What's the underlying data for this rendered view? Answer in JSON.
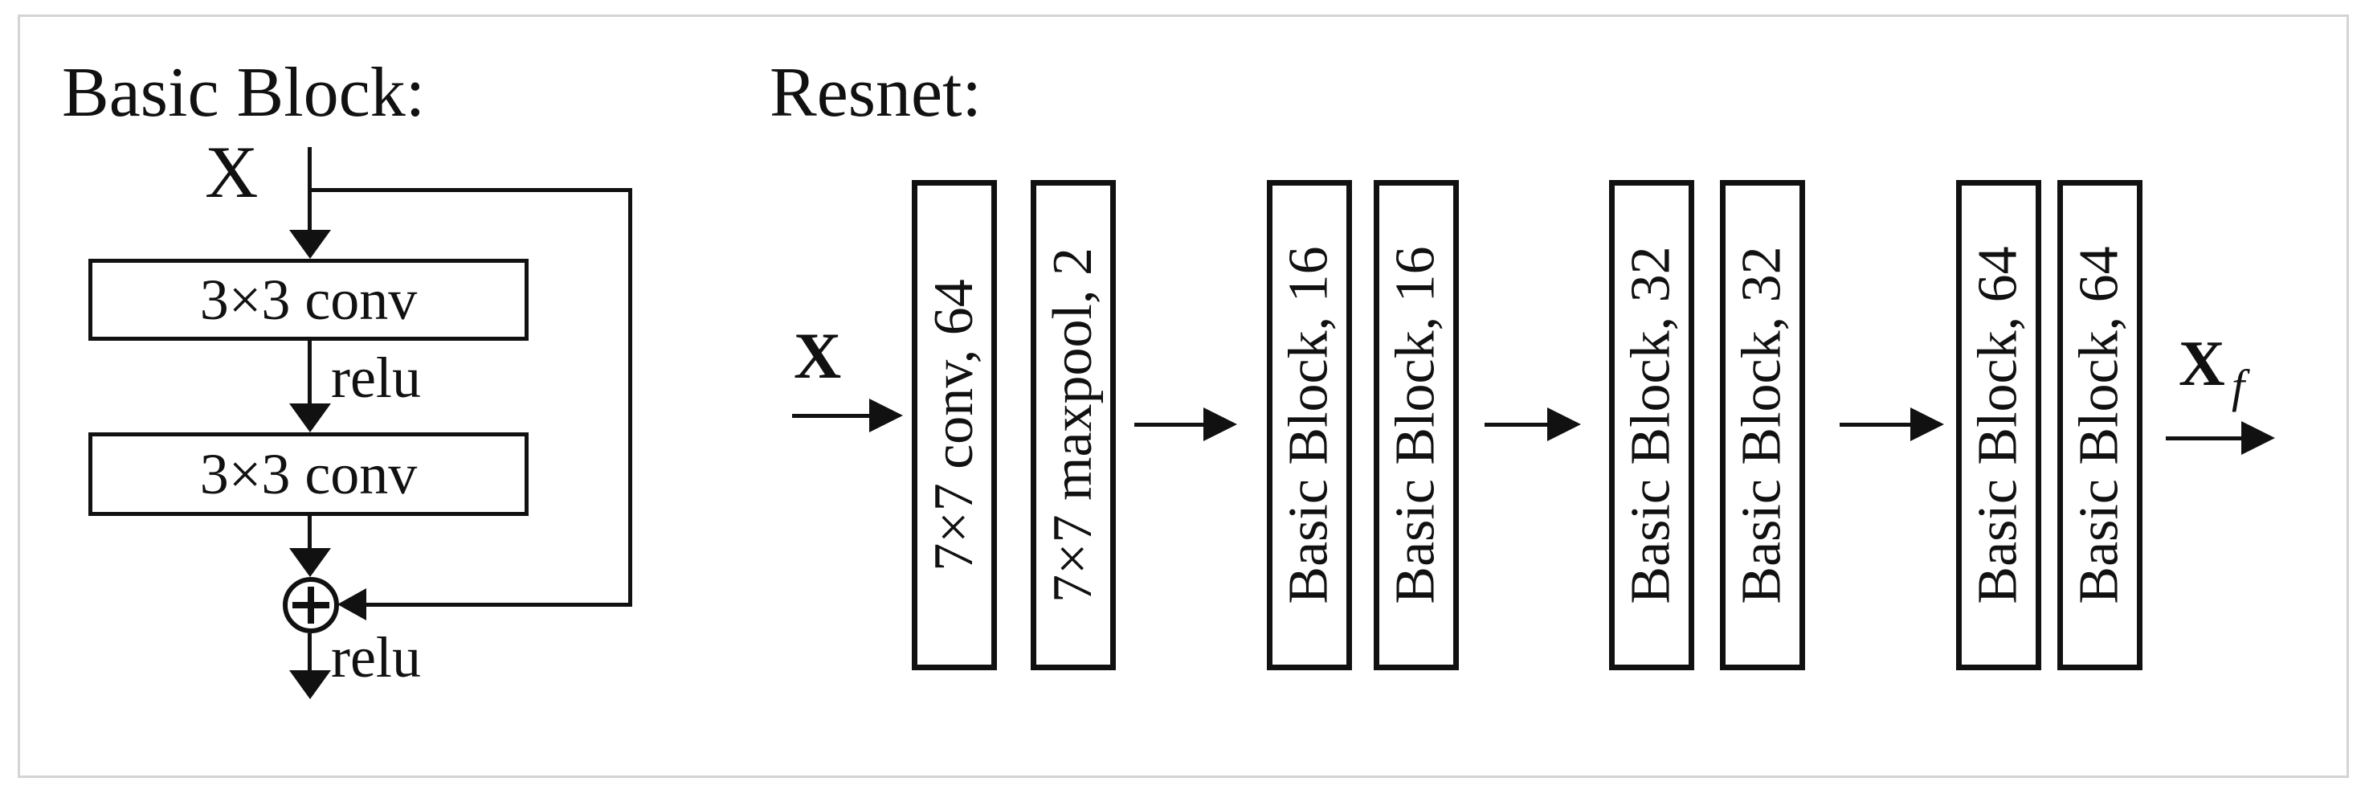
{
  "colors": {
    "ink": "#111111",
    "background": "#ffffff",
    "frame_border": "#d4d4d4"
  },
  "basic_block": {
    "title": "Basic Block:",
    "input_label": "X",
    "conv1_label": "3×3 conv",
    "relu1_label": "relu",
    "conv2_label": "3×3 conv",
    "add_icon": "circle-plus",
    "relu2_label": "relu"
  },
  "resnet": {
    "title": "Resnet:",
    "input_label": "X",
    "blocks": [
      {
        "label": "7×7 conv, 64"
      },
      {
        "label": "7×7 maxpool, 2"
      },
      {
        "label": "Basic Block, 16"
      },
      {
        "label": "Basic Block, 16"
      },
      {
        "label": "Basic Block, 32"
      },
      {
        "label": "Basic Block, 32"
      },
      {
        "label": "Basic Block, 64"
      },
      {
        "label": "Basic Block, 64"
      }
    ],
    "output_label": "X",
    "output_subscript": "f"
  }
}
